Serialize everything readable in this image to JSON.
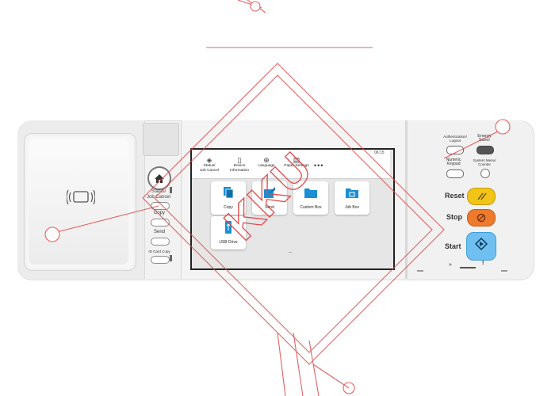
{
  "panel": {
    "status_job_cancel": "Status/\nJob Cancel",
    "copy_label": "Copy",
    "send_label": "Send",
    "id_card_copy_label": "ID Card Copy"
  },
  "screen": {
    "time": "06:15",
    "topbar_items": [
      {
        "icon": "status-icon",
        "label": "Status/\nJob Cancel"
      },
      {
        "icon": "device-info-icon",
        "label": "Device\nInformation"
      },
      {
        "icon": "language-icon",
        "label": "Language"
      },
      {
        "icon": "paper-settings-icon",
        "label": "Paper Settings"
      }
    ],
    "more": "•••",
    "tiles": [
      {
        "label": "Copy",
        "icon": "copy-icon"
      },
      {
        "label": "Send",
        "icon": "send-icon"
      },
      {
        "label": "Custom Box",
        "icon": "custom-box-icon"
      },
      {
        "label": "Job Box",
        "icon": "job-box-icon"
      },
      {
        "label": "USB Drive",
        "icon": "usb-drive-icon"
      }
    ]
  },
  "keys": {
    "auth_logout": "Authentication/\nLogout",
    "energy_saver": "Energy\nSaver",
    "numeric_keypad": "Numeric\nKeypad",
    "system_menu": "System Menu/\nCounter",
    "reset": "Reset",
    "stop": "Stop",
    "start": "Start",
    "data_indicator": "»",
    "attention_indicator": "!"
  },
  "watermark": "KKU",
  "colors": {
    "reset": "#f0c419",
    "stop": "#ee7a2e",
    "start": "#6fc0f0",
    "tile_icon": "#1a8fd6"
  }
}
